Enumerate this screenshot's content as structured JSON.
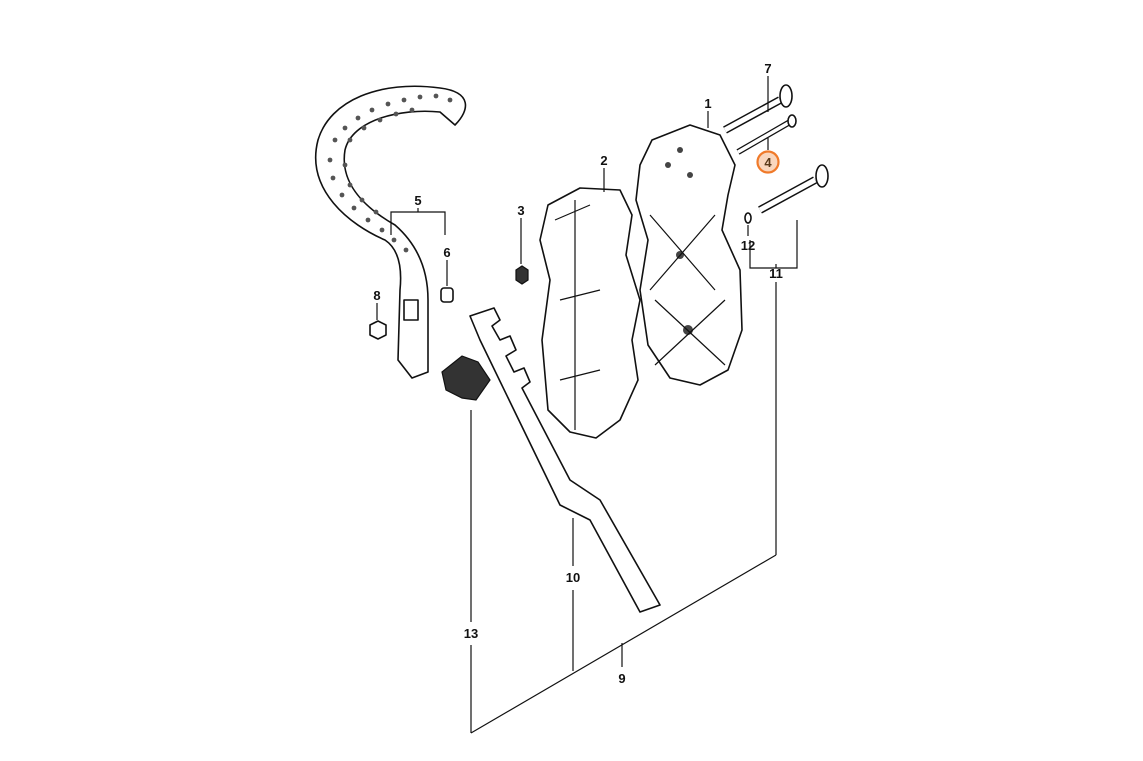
{
  "diagram": {
    "highlight_color": "#f07a2a",
    "highlight_fill": "#f9d6bd",
    "callouts": [
      {
        "id": "1",
        "label": "1"
      },
      {
        "id": "2",
        "label": "2"
      },
      {
        "id": "3",
        "label": "3"
      },
      {
        "id": "4",
        "label": "4",
        "highlighted": true
      },
      {
        "id": "5",
        "label": "5"
      },
      {
        "id": "6",
        "label": "6"
      },
      {
        "id": "7",
        "label": "7"
      },
      {
        "id": "8",
        "label": "8"
      },
      {
        "id": "9",
        "label": "9"
      },
      {
        "id": "10",
        "label": "10"
      },
      {
        "id": "11",
        "label": "11"
      },
      {
        "id": "12",
        "label": "12"
      },
      {
        "id": "13",
        "label": "13"
      }
    ]
  }
}
